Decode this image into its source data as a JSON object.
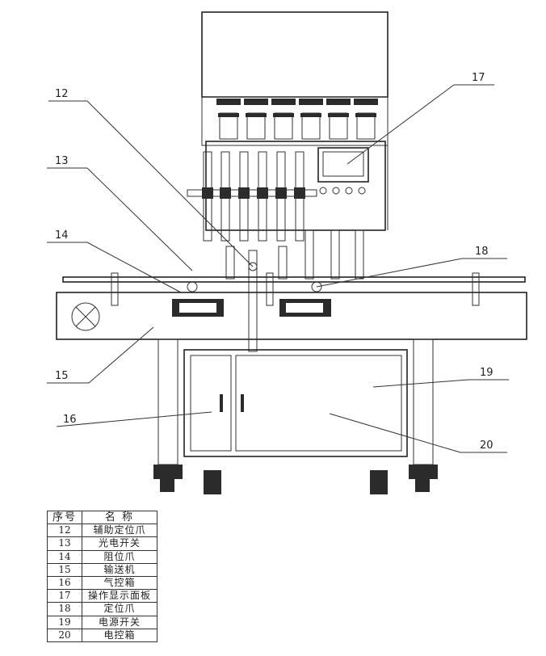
{
  "callouts": [
    {
      "id": "c12",
      "text": "12"
    },
    {
      "id": "c13",
      "text": "13"
    },
    {
      "id": "c14",
      "text": "14"
    },
    {
      "id": "c15",
      "text": "15"
    },
    {
      "id": "c16",
      "text": "16"
    },
    {
      "id": "c17",
      "text": "17"
    },
    {
      "id": "c18",
      "text": "18"
    },
    {
      "id": "c19",
      "text": "19"
    },
    {
      "id": "c20",
      "text": "20"
    }
  ],
  "legend": {
    "header_no": "序号",
    "header_name": "名 称",
    "rows": [
      {
        "no": "12",
        "name": "辅助定位爪"
      },
      {
        "no": "13",
        "name": "光电开关"
      },
      {
        "no": "14",
        "name": "阻位爪"
      },
      {
        "no": "15",
        "name": "输送机"
      },
      {
        "no": "16",
        "name": "气控箱"
      },
      {
        "no": "17",
        "name": "操作显示面板"
      },
      {
        "no": "18",
        "name": "定位爪"
      },
      {
        "no": "19",
        "name": "电源开关"
      },
      {
        "no": "20",
        "name": "电控箱"
      }
    ]
  }
}
